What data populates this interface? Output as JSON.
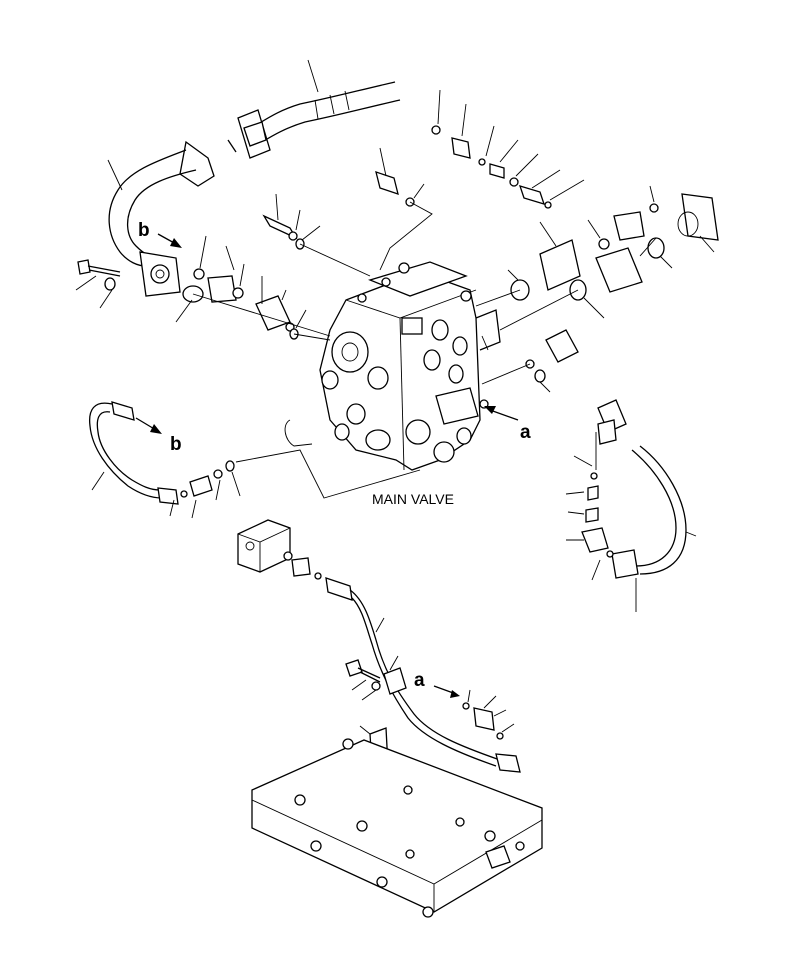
{
  "diagram": {
    "main_label": "MAIN VALVE",
    "callouts": {
      "b_top": "b",
      "b_left": "b",
      "a_right": "a",
      "a_bottom": "a"
    }
  }
}
